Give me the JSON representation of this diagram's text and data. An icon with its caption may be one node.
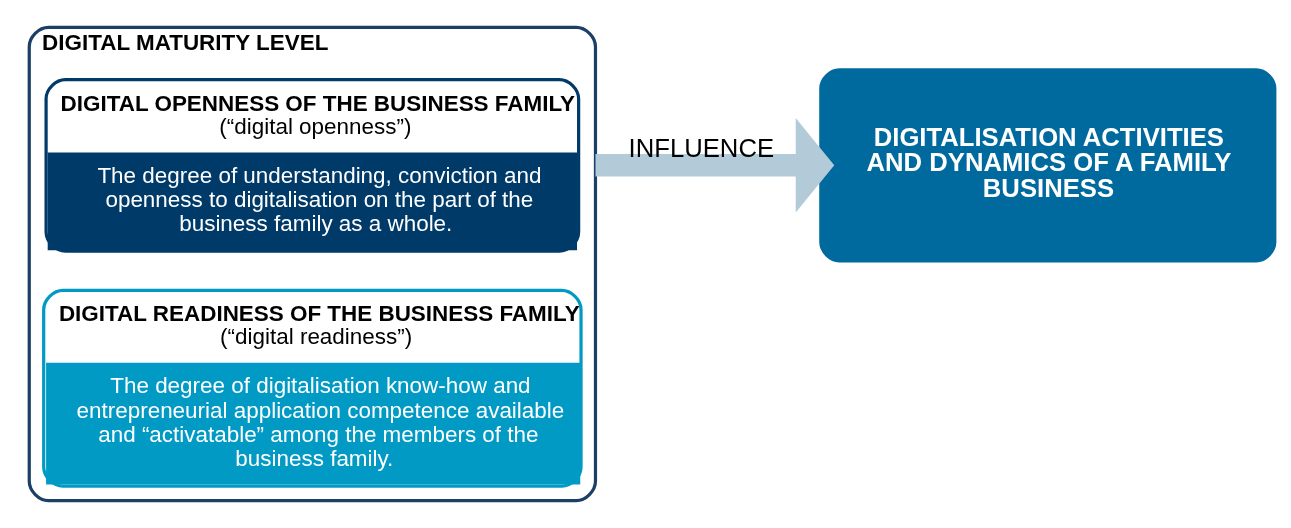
{
  "diagram": {
    "nodes": [
      {
        "text": [
          "DIGITAL MATURITY LEVEL"
        ]
      },
      {
        "text": [
          "DIGITAL OPENNESS OF THE BUSINESS FAMILY",
          "(“digital openness”)",
          "The degree of understanding, conviction and openness to digitalisation on the part of the business family as a whole."
        ],
        "in": 0
      },
      {
        "text": [
          "DIGITAL READINESS OF THE BUSINESS FAMILY",
          "(“digital readiness”)",
          "The degree of digitalisation know-how and entrepreneurial application competence available and “activatable” among the members of the business family."
        ],
        "in": 0
      },
      {
        "text": [
          "DIGITALISATION ACTIVITIES AND DYNAMICS OF A FAMILY BUSINESS"
        ]
      }
    ],
    "edges": [
      {
        "from": 0,
        "to": 3,
        "arrow": "to",
        "label": "INFLUENCE"
      }
    ]
  }
}
